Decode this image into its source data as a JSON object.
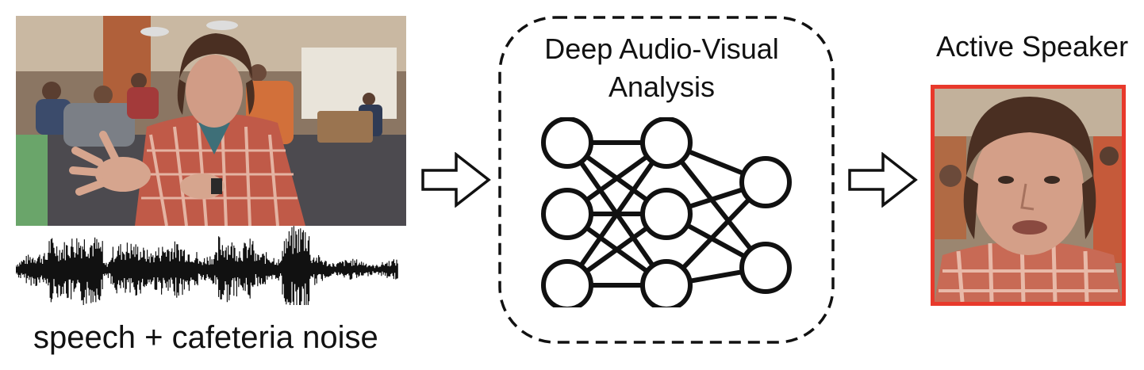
{
  "input": {
    "caption": "speech + cafeteria noise"
  },
  "model": {
    "title_line1": "Deep Audio-Visual",
    "title_line2": "Analysis",
    "layers": [
      3,
      3,
      2
    ]
  },
  "output": {
    "title": "Active Speaker",
    "highlight_color": "#e8392b"
  },
  "icons": [
    "right-arrow-icon",
    "neural-network-icon"
  ]
}
